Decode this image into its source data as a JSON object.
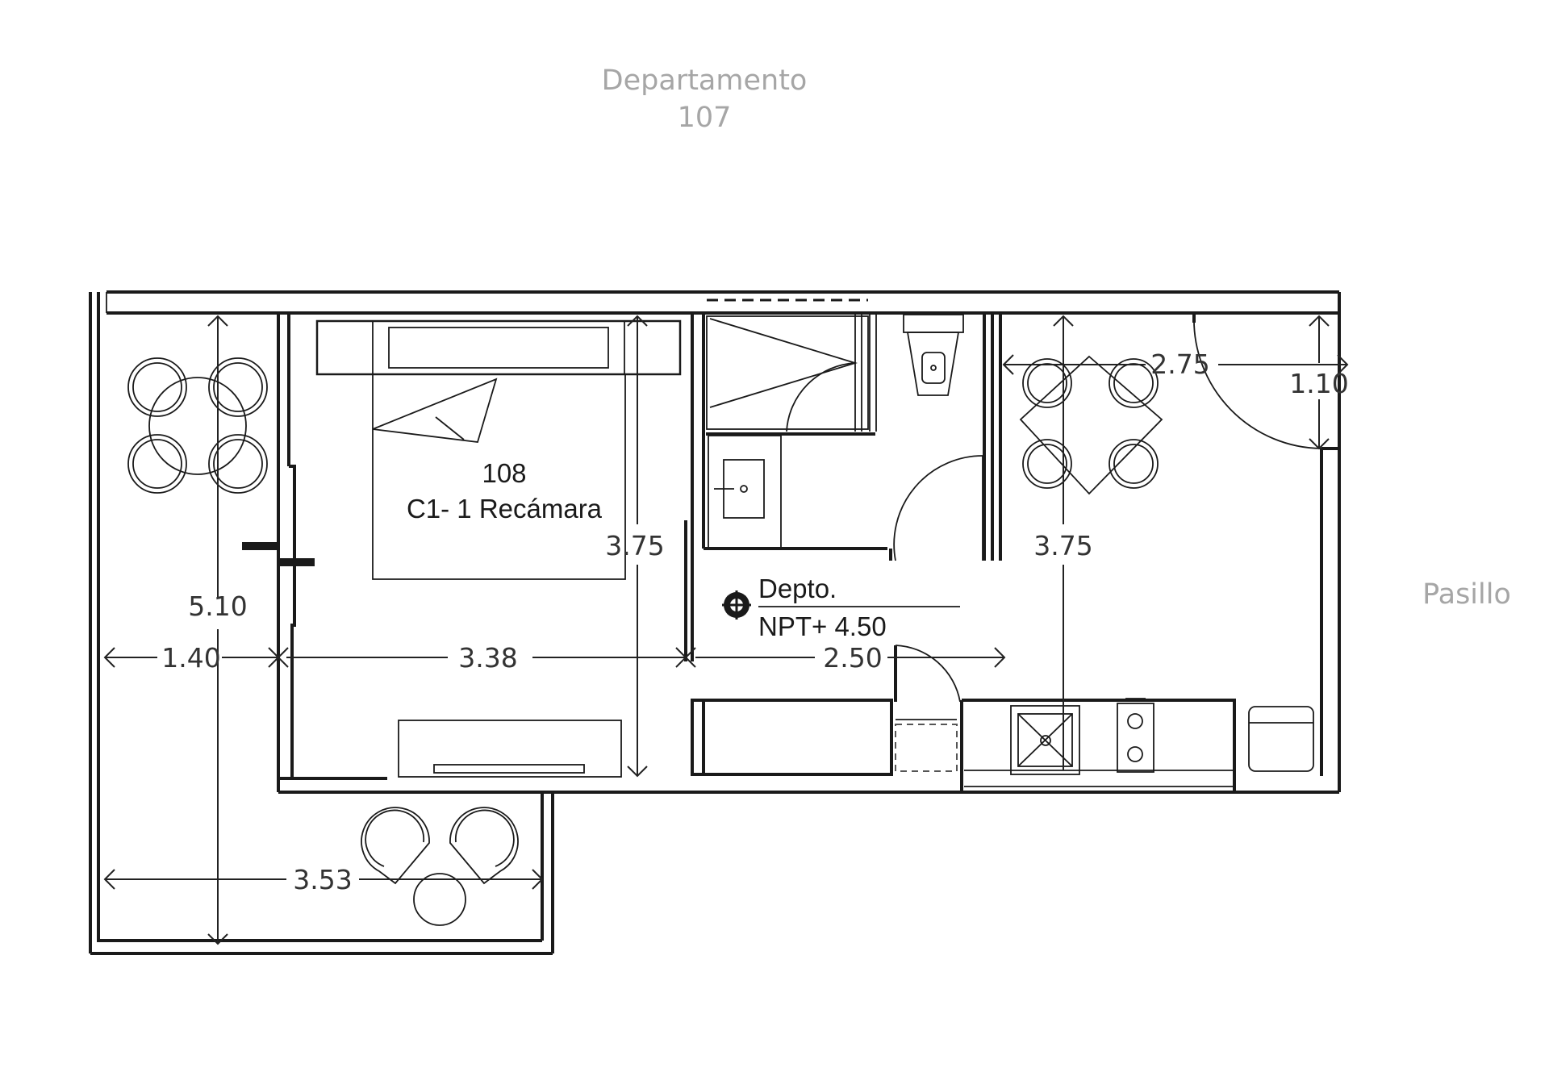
{
  "labels": {
    "neighbor_line1": "Departamento",
    "neighbor_line2": "107",
    "unit_number": "108",
    "unit_type": "C1- 1 Recámara",
    "level_line1": "Depto.",
    "level_line2": "NPT+ 4.50",
    "corridor": "Pasillo"
  },
  "dimensions": {
    "terrace_height": "5.10",
    "terrace_width": "1.40",
    "bedroom_width": "3.38",
    "bedroom_height": "3.75",
    "hall_width": "2.50",
    "living_height": "3.75",
    "living_width": "2.75",
    "door_width": "1.10",
    "balcony_width": "3.53"
  },
  "icons": [
    "north-arrow-icon",
    "bed-icon",
    "shower-icon",
    "toilet-icon",
    "sink-icon",
    "dining-set-icon",
    "chair-icon",
    "stove-icon",
    "fridge-icon",
    "door-swing-icon"
  ],
  "colors": {
    "linework": "#1a1a1a",
    "annotation_gray": "#a6a6a6",
    "background": "#ffffff"
  }
}
